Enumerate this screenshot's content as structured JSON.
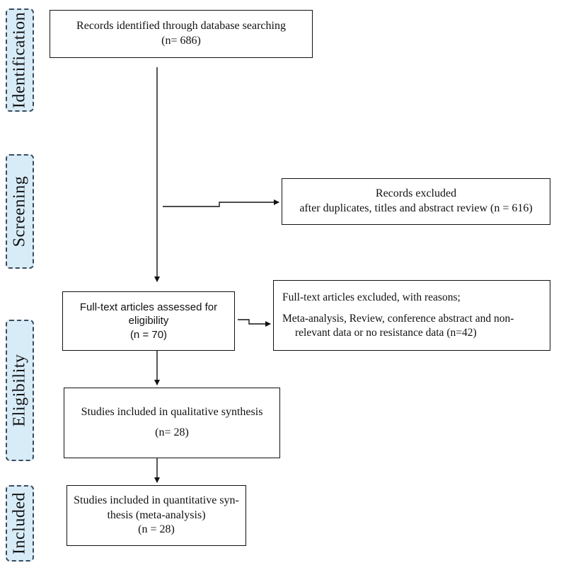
{
  "phases": {
    "identification": "Identification",
    "screening": "Screening",
    "eligibility": "Eligibility",
    "included": "Included"
  },
  "boxes": {
    "identified": {
      "line1": "Records identified through database searching",
      "line2": "(n= 686)"
    },
    "excluded_screening": {
      "line1": "Records excluded",
      "line2": "after duplicates, titles and abstract review (n = 616)"
    },
    "full_text": {
      "line1": "Full-text articles assessed for",
      "line2": "eligibility",
      "line3": "(n = 70)"
    },
    "excluded_full_text": {
      "line1": "Full-text articles excluded, with reasons;",
      "line2": "Meta-analysis, Review, conference abstract and non-",
      "line3": "relevant data or no resistance data (n=42)"
    },
    "qualitative": {
      "line1": "Studies included in qualitative synthesis",
      "line2": "(n= 28)"
    },
    "quantitative": {
      "line1": "Studies included in quantitative syn-",
      "line2": "thesis (meta-analysis)",
      "line3": "(n = 28)"
    }
  }
}
